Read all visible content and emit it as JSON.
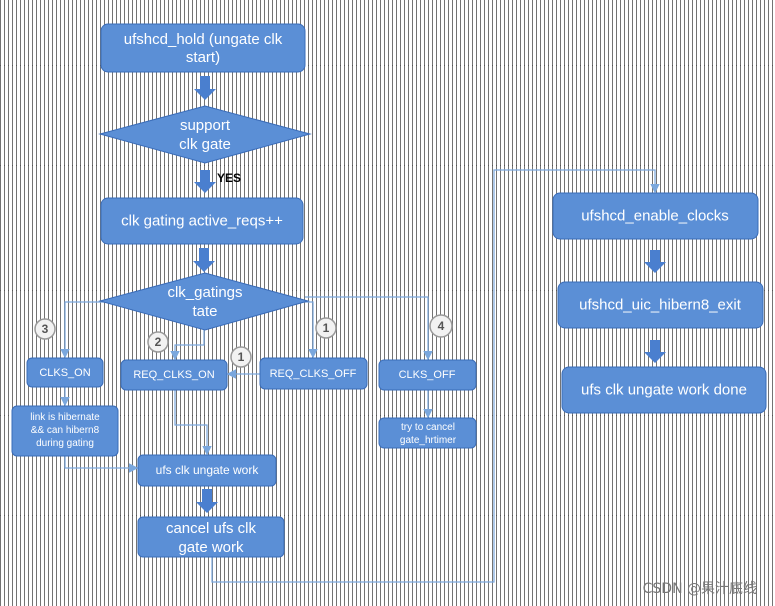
{
  "colors": {
    "node_fill": "#5b8fd6",
    "node_stroke": "#3a6cb8",
    "connector": "#7aa7dd",
    "arrow_fill": "#4a7fcf",
    "badge_fill": "#f2f2f2",
    "badge_stroke": "#999999"
  },
  "nodes": {
    "hold": {
      "lines": [
        "ufshcd_hold (ungate clk",
        "start)"
      ]
    },
    "support": {
      "lines": [
        "support",
        "clk gate"
      ]
    },
    "active": {
      "lines": [
        "clk gating active_reqs++"
      ]
    },
    "state": {
      "lines": [
        "clk_gatings",
        "tate"
      ]
    },
    "clks_on": {
      "lines": [
        "CLKS_ON"
      ]
    },
    "req_on": {
      "lines": [
        "REQ_CLKS_ON"
      ]
    },
    "req_off": {
      "lines": [
        "REQ_CLKS_OFF"
      ]
    },
    "clks_off": {
      "lines": [
        "CLKS_OFF"
      ]
    },
    "hibern": {
      "lines": [
        "link is hibernate",
        "&& can hibern8",
        "during gating"
      ]
    },
    "cancel_timer": {
      "lines": [
        "try to cancel",
        "gate_hrtimer"
      ]
    },
    "ungate_work": {
      "lines": [
        "ufs clk ungate work"
      ]
    },
    "cancel_gate": {
      "lines": [
        "cancel ufs clk",
        "gate work"
      ]
    },
    "enable": {
      "lines": [
        "ufshcd_enable_clocks"
      ]
    },
    "hibern_exit": {
      "lines": [
        "ufshcd_uic_hibern8_exit"
      ]
    },
    "done": {
      "lines": [
        "ufs clk ungate work done"
      ]
    }
  },
  "badges": {
    "b3": "3",
    "b2": "2",
    "b1a": "1",
    "b1b": "1",
    "b4": "4"
  },
  "labels": {
    "yes": "YES"
  },
  "watermark": "CSDN @果汁底线"
}
